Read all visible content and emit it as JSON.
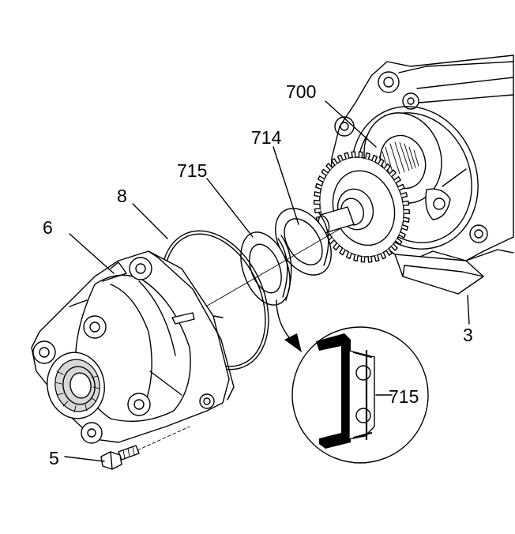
{
  "figure": {
    "callouts": {
      "c700": "700",
      "c714": "714",
      "c715": "715",
      "c8": "8",
      "c6": "6",
      "c5": "5",
      "c3": "3",
      "c715_detail": "715"
    },
    "colors": {
      "ink": "#000000",
      "paper": "#ffffff"
    }
  }
}
